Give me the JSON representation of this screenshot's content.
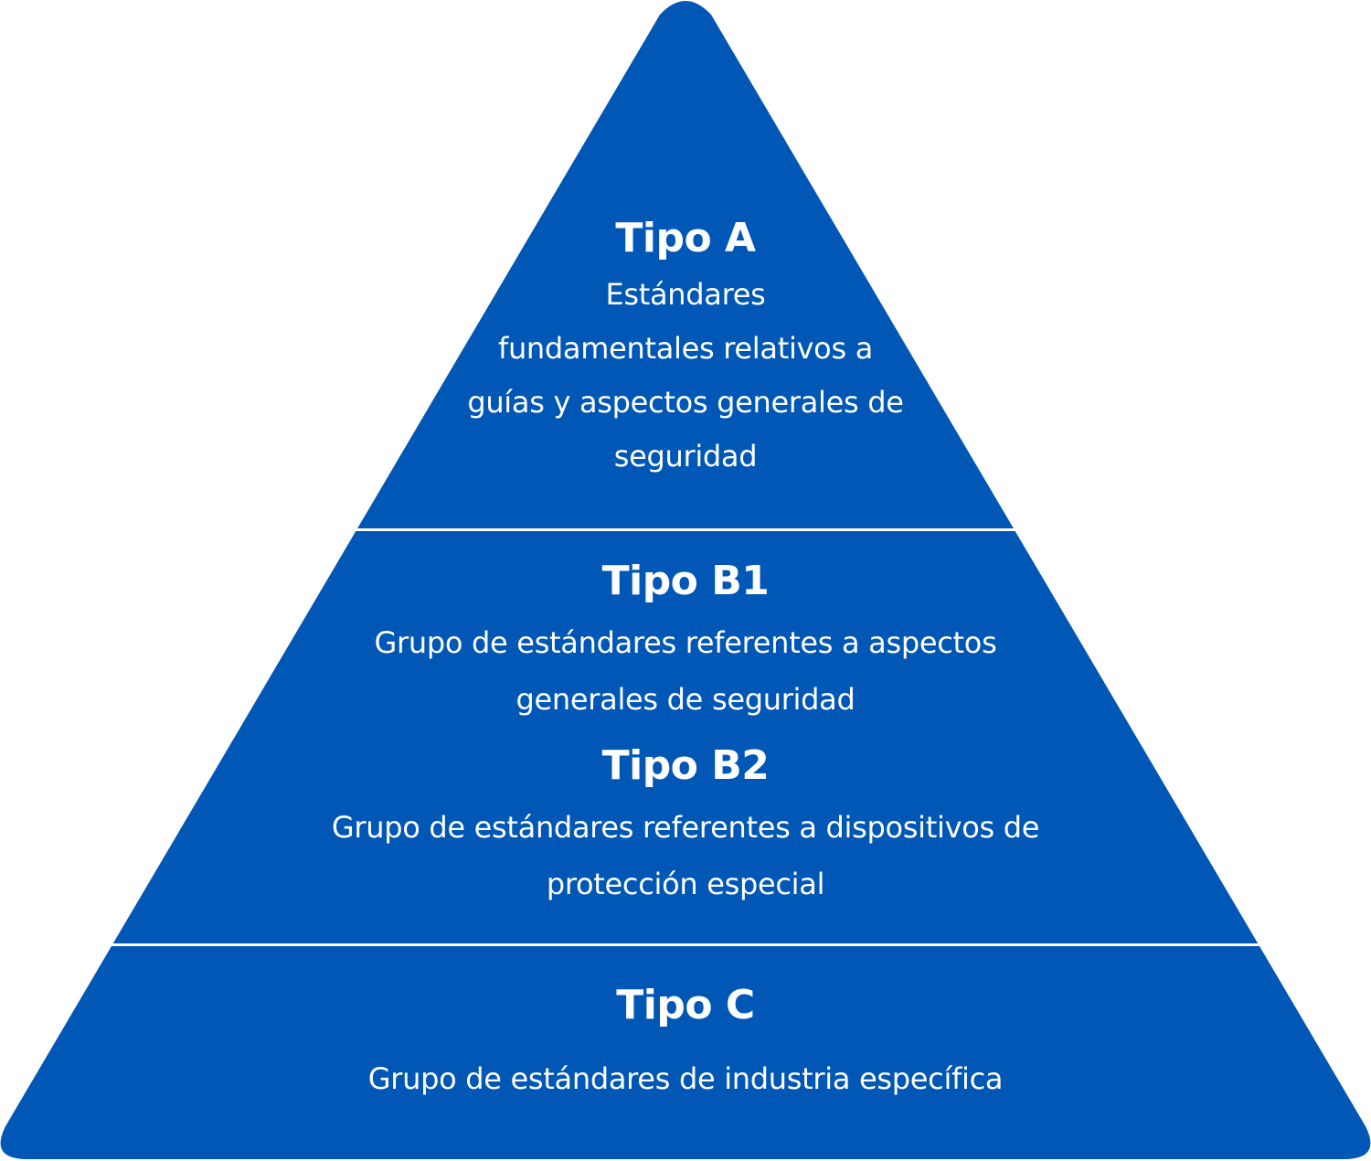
{
  "colors": {
    "pyramid_fill": "#0057b5",
    "divider": "#ffffff",
    "text": "#ffffff",
    "background": "#ffffff"
  },
  "pyramid": {
    "tiers": [
      {
        "id": "a",
        "title": "Tipo A",
        "lines": [
          "Estándares",
          "fundamentales relativos a",
          "guías y aspectos generales de",
          "seguridad"
        ]
      },
      {
        "id": "b1",
        "title": "Tipo B1",
        "lines": [
          "Grupo de estándares referentes a aspectos",
          "generales de seguridad"
        ]
      },
      {
        "id": "b2",
        "title": "Tipo B2",
        "lines": [
          "Grupo de estándares referentes a dispositivos de",
          "protección especial"
        ]
      },
      {
        "id": "c",
        "title": "Tipo C",
        "lines": [
          "Grupo de estándares de industria específica"
        ]
      }
    ]
  }
}
